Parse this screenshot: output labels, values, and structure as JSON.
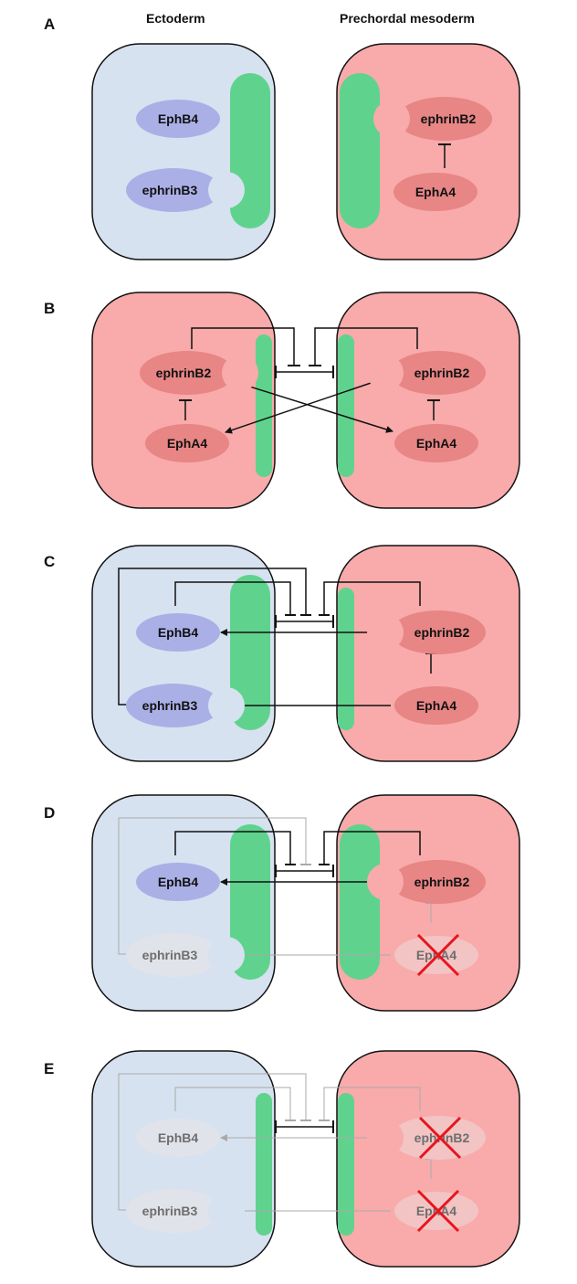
{
  "headers": {
    "left": "Ectoderm",
    "right": "Prechordal mesoderm"
  },
  "colors": {
    "ectoderm_cell": "#d6e2f0",
    "mesoderm_cell": "#f9aaaa",
    "membrane": "#5fd38d",
    "eph_blue": "#aab0e6",
    "eph_red": "#e88585",
    "knockout_cross": "#e8141c"
  },
  "panels": [
    {
      "letter": "A",
      "left_cell": "ectoderm",
      "right_cell": "mesoderm",
      "proteins": [
        {
          "label": "EphB4",
          "side": "left",
          "row": 0,
          "kind": "receptor",
          "color": "blue"
        },
        {
          "label": "ephrinB3",
          "side": "left",
          "row": 1,
          "kind": "ligand",
          "color": "blue"
        },
        {
          "label": "ephrinB2",
          "side": "right",
          "row": 0,
          "kind": "ligand",
          "color": "red"
        },
        {
          "label": "EphA4",
          "side": "right",
          "row": 1,
          "kind": "receptor",
          "color": "red"
        }
      ]
    },
    {
      "letter": "B",
      "left_cell": "mesoderm",
      "right_cell": "mesoderm",
      "proteins": [
        {
          "label": "ephrinB2",
          "side": "left",
          "row": 0,
          "kind": "ligand",
          "color": "red"
        },
        {
          "label": "EphA4",
          "side": "left",
          "row": 1,
          "kind": "receptor",
          "color": "red"
        },
        {
          "label": "ephrinB2",
          "side": "right",
          "row": 0,
          "kind": "ligand",
          "color": "red"
        },
        {
          "label": "EphA4",
          "side": "right",
          "row": 1,
          "kind": "receptor",
          "color": "red"
        }
      ]
    },
    {
      "letter": "C",
      "left_cell": "ectoderm",
      "right_cell": "mesoderm",
      "proteins": [
        {
          "label": "EphB4",
          "side": "left",
          "row": 0,
          "kind": "receptor",
          "color": "blue"
        },
        {
          "label": "ephrinB3",
          "side": "left",
          "row": 1,
          "kind": "ligand",
          "color": "blue"
        },
        {
          "label": "ephrinB2",
          "side": "right",
          "row": 0,
          "kind": "ligand",
          "color": "red"
        },
        {
          "label": "EphA4",
          "side": "right",
          "row": 1,
          "kind": "receptor",
          "color": "red"
        }
      ]
    },
    {
      "letter": "D",
      "left_cell": "ectoderm",
      "right_cell": "mesoderm",
      "proteins": [
        {
          "label": "EphB4",
          "side": "left",
          "row": 0,
          "kind": "receptor",
          "color": "blue"
        },
        {
          "label": "ephrinB3",
          "side": "left",
          "row": 1,
          "kind": "ligand",
          "color": "blue",
          "faded": true
        },
        {
          "label": "ephrinB2",
          "side": "right",
          "row": 0,
          "kind": "ligand",
          "color": "red"
        },
        {
          "label": "EphA4",
          "side": "right",
          "row": 1,
          "kind": "receptor",
          "color": "red",
          "faded": true,
          "knocked_out": true
        }
      ]
    },
    {
      "letter": "E",
      "left_cell": "ectoderm",
      "right_cell": "mesoderm",
      "proteins": [
        {
          "label": "EphB4",
          "side": "left",
          "row": 0,
          "kind": "receptor",
          "color": "blue",
          "faded": true
        },
        {
          "label": "ephrinB3",
          "side": "left",
          "row": 1,
          "kind": "ligand",
          "color": "blue",
          "faded": true
        },
        {
          "label": "ephrinB2",
          "side": "right",
          "row": 0,
          "kind": "ligand",
          "color": "red",
          "faded": true,
          "knocked_out": true
        },
        {
          "label": "EphA4",
          "side": "right",
          "row": 1,
          "kind": "receptor",
          "color": "red",
          "faded": true,
          "knocked_out": true
        }
      ]
    }
  ]
}
